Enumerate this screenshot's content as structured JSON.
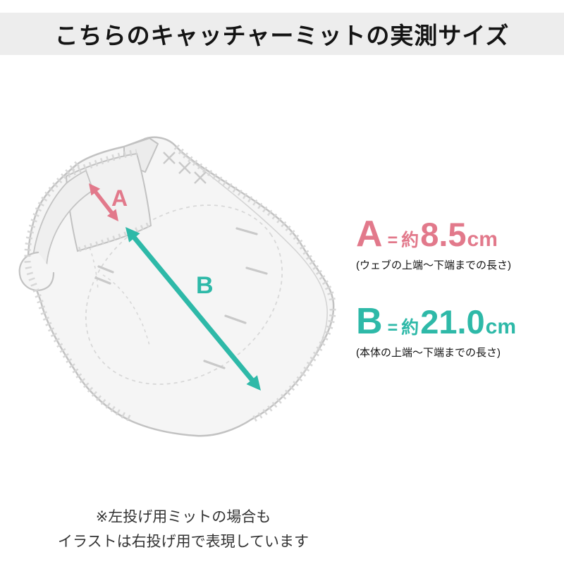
{
  "header": {
    "title": "こちらのキャッチャーミットの実測サイズ"
  },
  "illustration": {
    "name": "catcher-mitt-line-art",
    "label_a": "A",
    "label_b": "B"
  },
  "measurements": [
    {
      "letter": "A",
      "eq": "=",
      "approx": "約",
      "value": "8.5",
      "unit": "cm",
      "note": "(ウェブの上端〜下端までの長さ)",
      "color": "#e2798b"
    },
    {
      "letter": "B",
      "eq": "=",
      "approx": "約",
      "value": "21.0",
      "unit": "cm",
      "note": "(本体の上端〜下端までの長さ)",
      "color": "#2eb9a8"
    }
  ],
  "footnote": {
    "line1": "※左投げ用ミットの場合も",
    "line2": "イラストは右投げ用で表現しています"
  },
  "colors": {
    "banner_bg": "#ededed",
    "accent_a": "#e2798b",
    "accent_b": "#2eb9a8",
    "mitt_line": "#c2c2c2",
    "mitt_fill": "#f5f5f5"
  }
}
